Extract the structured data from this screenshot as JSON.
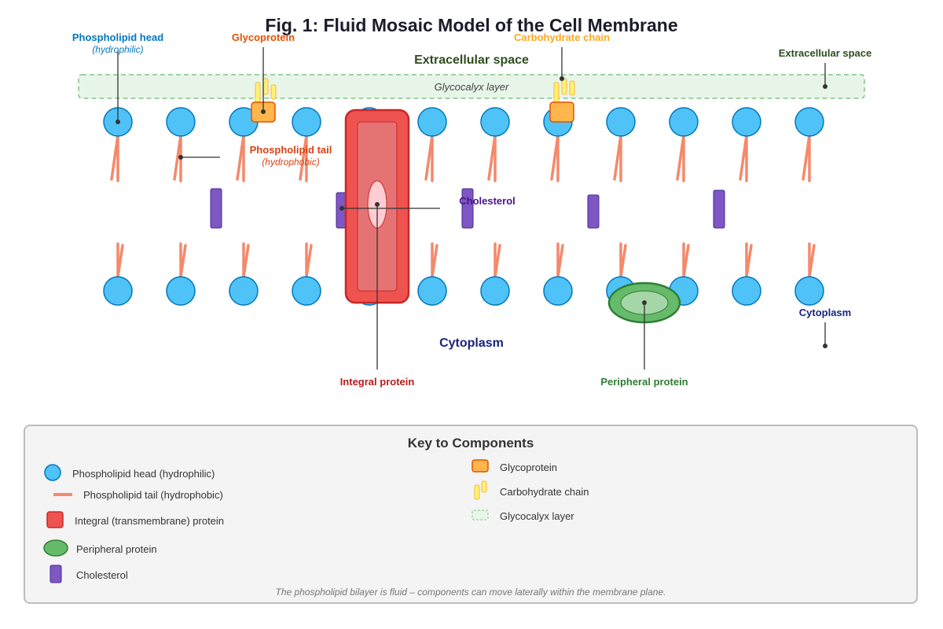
{
  "title": "Fig. 1: Fluid Mosaic Model of the Cell Membrane",
  "regions": {
    "extracellular_center": "Extracellular space",
    "extracellular_right": "Extracellular space",
    "glycocalyx": "Glycocalyx layer",
    "cytoplasm_center": "Cytoplasm",
    "cytoplasm_right": "Cytoplasm"
  },
  "labels": {
    "phospholipid_head": "Phospholipid head",
    "phospholipid_head_sub": "(hydrophilic)",
    "glycoprotein": "Glycoprotein",
    "carbohydrate_chain": "Carbohydrate chain",
    "phospholipid_tail": "Phospholipid tail",
    "phospholipid_tail_sub": "(hydrophobic)",
    "cholesterol": "Cholesterol",
    "integral_protein": "Integral protein",
    "peripheral_protein": "Peripheral protein"
  },
  "colors": {
    "head": "#4fc3f7",
    "head_stroke": "#0277bd",
    "tail": "#f4896b",
    "integral": "#ef5350",
    "integral_stroke": "#c62828",
    "peripheral": "#66bb6a",
    "peripheral_stroke": "#2e7d32",
    "cholesterol": "#7e57c2",
    "glycoprotein": "#ffb74d",
    "carbohydrate": "#fff176",
    "glycocalyx": "#e8f5e9",
    "glycocalyx_stroke": "#81c784"
  },
  "legend": {
    "title": "Key to Components",
    "items_left": [
      {
        "icon": "phospholipid-head-icon",
        "label": "Phospholipid head (hydrophilic)"
      },
      {
        "icon": "phospholipid-tail-icon",
        "label": "Phospholipid tail (hydrophobic)"
      },
      {
        "icon": "integral-protein-icon",
        "label": "Integral (transmembrane) protein"
      },
      {
        "icon": "peripheral-protein-icon",
        "label": "Peripheral protein"
      },
      {
        "icon": "cholesterol-icon",
        "label": "Cholesterol"
      }
    ],
    "items_right": [
      {
        "icon": "glycoprotein-icon",
        "label": "Glycoprotein"
      },
      {
        "icon": "carbohydrate-chain-icon",
        "label": "Carbohydrate chain"
      },
      {
        "icon": "glycocalyx-layer-icon",
        "label": "Glycocalyx layer"
      }
    ],
    "note": "The phospholipid bilayer is fluid – components can move laterally within the membrane plane."
  }
}
